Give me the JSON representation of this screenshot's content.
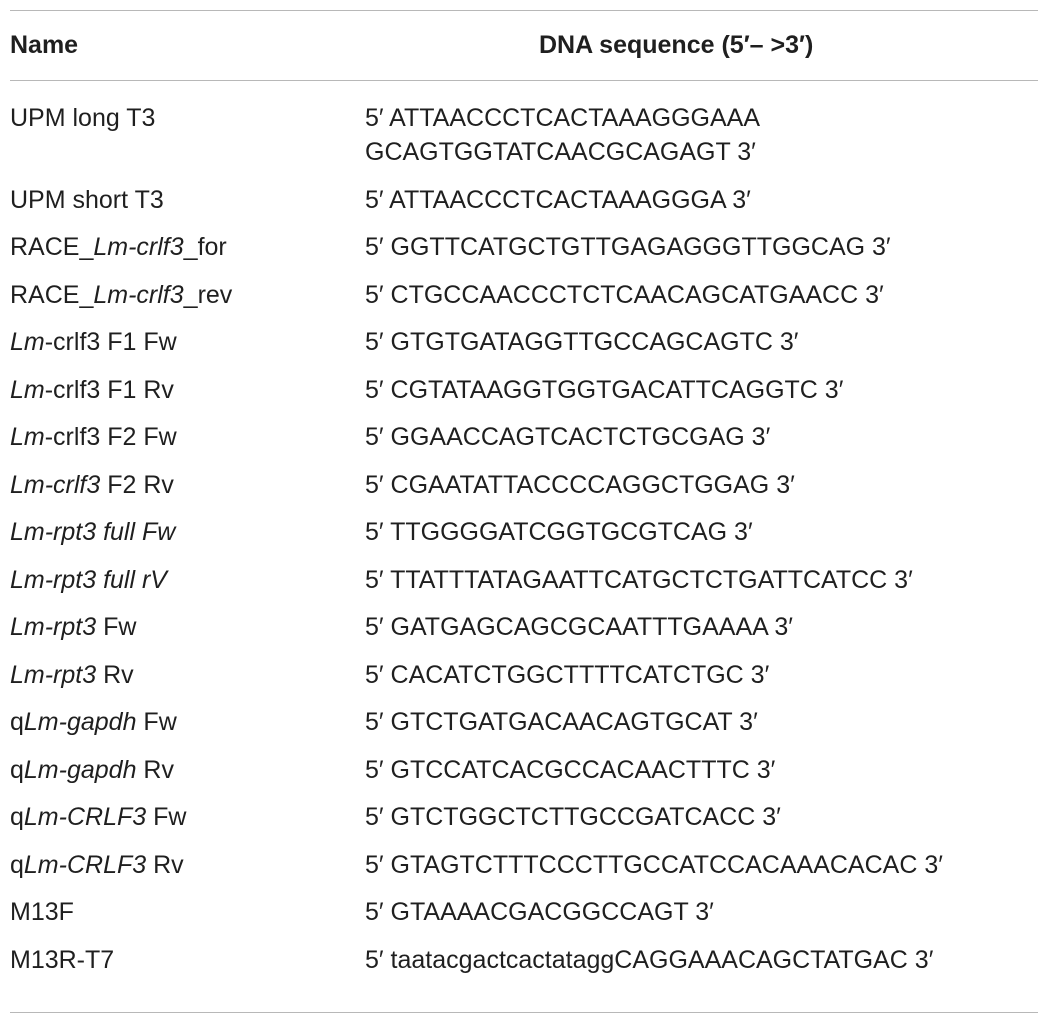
{
  "table": {
    "header": {
      "name": "Name",
      "sequence": "DNA sequence (5′– >3′)"
    },
    "rows": [
      {
        "name_parts": [
          {
            "t": "UPM long T3",
            "i": false
          }
        ],
        "sequence": "5′ ATTAACCCTCACTAAAGGGAAA\nGCAGTGGTATCAACGCAGAGT 3′"
      },
      {
        "name_parts": [
          {
            "t": "UPM short T3",
            "i": false
          }
        ],
        "sequence": "5′ ATTAACCCTCACTAAAGGGA 3′"
      },
      {
        "name_parts": [
          {
            "t": "RACE_",
            "i": false
          },
          {
            "t": "Lm-crlf3",
            "i": true
          },
          {
            "t": "_for",
            "i": false
          }
        ],
        "sequence": "5′ GGTTCATGCTGTTGAGAGGGTTGGCAG 3′"
      },
      {
        "name_parts": [
          {
            "t": "RACE_",
            "i": false
          },
          {
            "t": "Lm-crlf3",
            "i": true
          },
          {
            "t": "_rev",
            "i": false
          }
        ],
        "sequence": "5′ CTGCCAACCCTCTCAACAGCATGAACC 3′"
      },
      {
        "name_parts": [
          {
            "t": "Lm",
            "i": true
          },
          {
            "t": "-crlf3 F1 Fw",
            "i": false
          }
        ],
        "sequence": "5′ GTGTGATAGGTTGCCAGCAGTC 3′"
      },
      {
        "name_parts": [
          {
            "t": "Lm",
            "i": true
          },
          {
            "t": "-crlf3 F1 Rv",
            "i": false
          }
        ],
        "sequence": "5′ CGTATAAGGTGGTGACATTCAGGTC 3′"
      },
      {
        "name_parts": [
          {
            "t": "Lm",
            "i": true
          },
          {
            "t": "-crlf3 F2 Fw",
            "i": false
          }
        ],
        "sequence": "5′ GGAACCAGTCACTCTGCGAG 3′"
      },
      {
        "name_parts": [
          {
            "t": "Lm-crlf3",
            "i": true
          },
          {
            "t": " F2 Rv",
            "i": false
          }
        ],
        "sequence": "5′ CGAATATTACCCCAGGCTGGAG 3′"
      },
      {
        "name_parts": [
          {
            "t": "Lm-rpt3 full Fw",
            "i": true
          }
        ],
        "sequence": "5′ TTGGGGATCGGTGCGTCAG 3′"
      },
      {
        "name_parts": [
          {
            "t": "Lm-rpt3 full rV",
            "i": true
          }
        ],
        "sequence": "5′ TTATTTATAGAATTCATGCTCTGATTCATCC 3′"
      },
      {
        "name_parts": [
          {
            "t": "Lm-rpt3",
            "i": true
          },
          {
            "t": " Fw",
            "i": false
          }
        ],
        "sequence": "5′ GATGAGCAGCGCAATTTGAAAA 3′"
      },
      {
        "name_parts": [
          {
            "t": "Lm-rpt3",
            "i": true
          },
          {
            "t": " Rv",
            "i": false
          }
        ],
        "sequence": "5′ CACATCTGGCTTTTCATCTGC 3′"
      },
      {
        "name_parts": [
          {
            "t": "q",
            "i": false
          },
          {
            "t": "Lm-gapdh",
            "i": true
          },
          {
            "t": " Fw",
            "i": false
          }
        ],
        "sequence": "5′ GTCTGATGACAACAGTGCAT 3′"
      },
      {
        "name_parts": [
          {
            "t": "q",
            "i": false
          },
          {
            "t": "Lm-gapdh",
            "i": true
          },
          {
            "t": " Rv",
            "i": false
          }
        ],
        "sequence": "5′ GTCCATCACGCCACAACTTTC 3′"
      },
      {
        "name_parts": [
          {
            "t": "q",
            "i": false
          },
          {
            "t": "Lm-CRLF3",
            "i": true
          },
          {
            "t": " Fw",
            "i": false
          }
        ],
        "sequence": "5′ GTCTGGCTCTTGCCGATCACC 3′"
      },
      {
        "name_parts": [
          {
            "t": "q",
            "i": false
          },
          {
            "t": "Lm-CRLF3",
            "i": true
          },
          {
            "t": " Rv",
            "i": false
          }
        ],
        "sequence": "5′ GTAGTCTTTCCCTTGCCATCCACAAACACAC 3′"
      },
      {
        "name_parts": [
          {
            "t": "M13F",
            "i": false
          }
        ],
        "sequence": "5′ GTAAAACGACGGCCAGT 3′"
      },
      {
        "name_parts": [
          {
            "t": "M13R-T7",
            "i": false
          }
        ],
        "sequence": "5′ taatacgactcactataggCAGGAAACAGCTATGAC 3′"
      }
    ]
  }
}
